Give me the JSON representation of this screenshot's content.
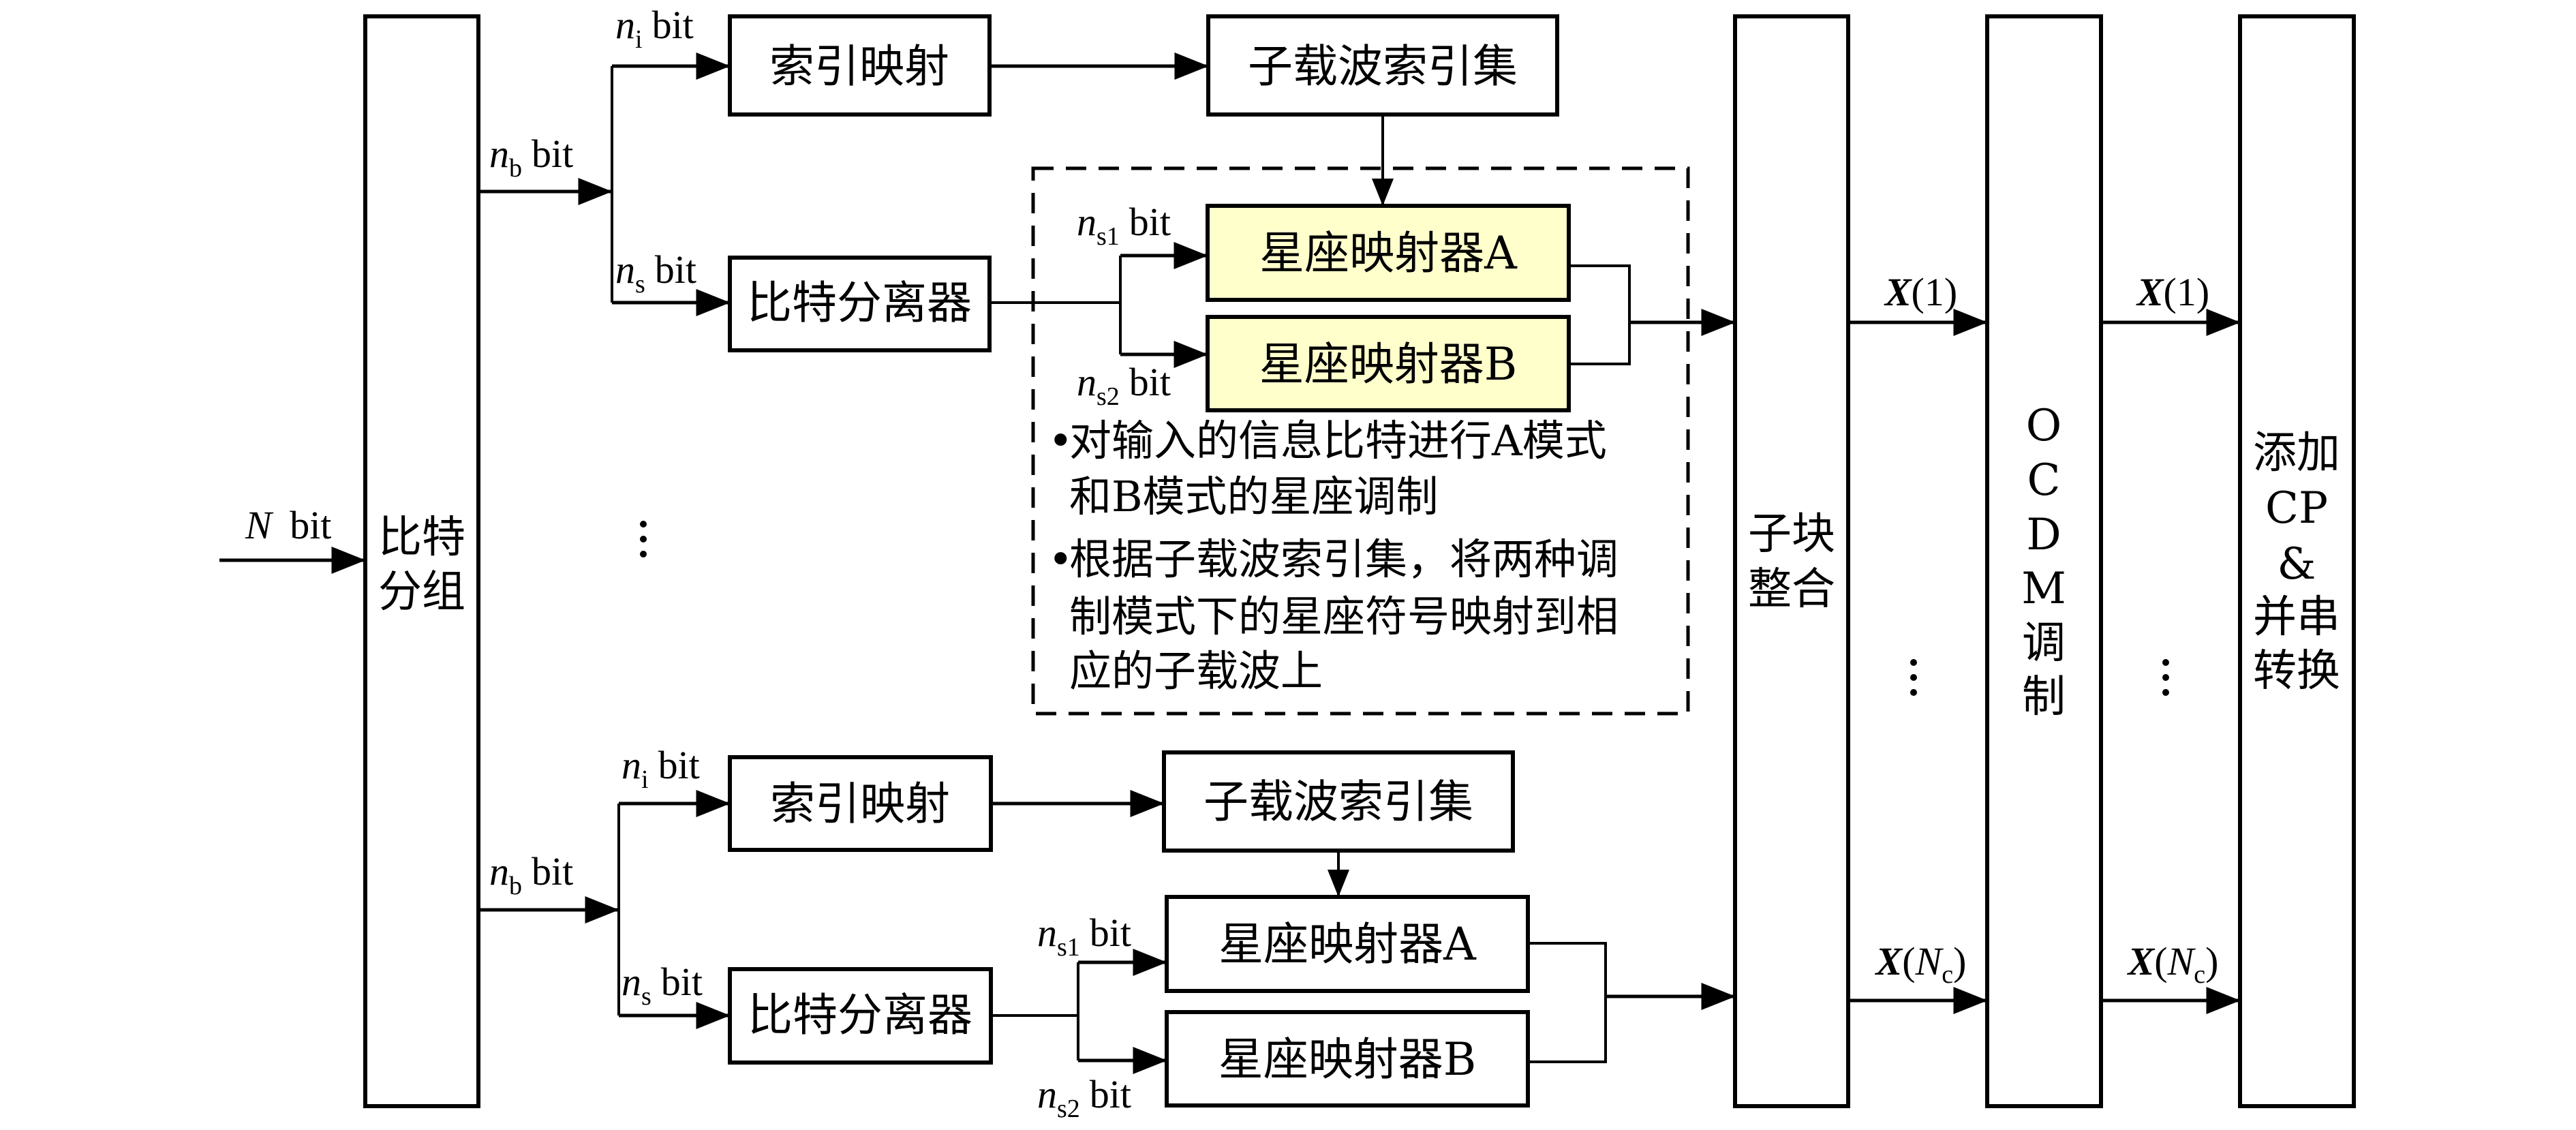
{
  "diagram": {
    "title": "",
    "colors": {
      "highlight_fill": "#ffffcc",
      "stroke": "#000000",
      "background": "#ffffff"
    },
    "input": {
      "label_var": "N",
      "label_unit": "bit"
    },
    "blocks": {
      "bit_grouping": {
        "line1": "比特",
        "line2": "分组"
      },
      "subblock_merge": {
        "line1": "子块",
        "line2": "整合"
      },
      "ocdm": {
        "chars": [
          "O",
          "C",
          "D",
          "M",
          "调",
          "制"
        ]
      },
      "add_cp": {
        "lines": [
          "添加",
          "CP",
          "&",
          "并串",
          "转换"
        ]
      }
    },
    "branch_top": {
      "nb_var": "n",
      "nb_sub": "b",
      "nb_unit": "bit",
      "ni_var": "n",
      "ni_sub": "i",
      "ni_unit": "bit",
      "ns_var": "n",
      "ns_sub": "s",
      "ns_unit": "bit",
      "ns1_var": "n",
      "ns1_sub": "s1",
      "ns1_unit": "bit",
      "ns2_var": "n",
      "ns2_sub": "s2",
      "ns2_unit": "bit",
      "index_mapping": "索引映射",
      "subcarrier_index_set": "子载波索引集",
      "bit_splitter": "比特分离器",
      "mapper_a": "星座映射器A",
      "mapper_b": "星座映射器B",
      "notes": [
        {
          "bullet": "•",
          "lines": [
            "对输入的信息比特进行A模式",
            "和B模式的星座调制"
          ]
        },
        {
          "bullet": "•",
          "lines": [
            "根据子载波索引集，将两种调",
            "制模式下的星座符号映射到相",
            "应的子载波上"
          ]
        }
      ]
    },
    "branch_bottom": {
      "nb_var": "n",
      "nb_sub": "b",
      "nb_unit": "bit",
      "ni_var": "n",
      "ni_sub": "i",
      "ni_unit": "bit",
      "ns_var": "n",
      "ns_sub": "s",
      "ns_unit": "bit",
      "ns1_var": "n",
      "ns1_sub": "s1",
      "ns1_unit": "bit",
      "ns2_var": "n",
      "ns2_sub": "s2",
      "ns2_unit": "bit",
      "index_mapping": "索引映射",
      "subcarrier_index_set": "子载波索引集",
      "bit_splitter": "比特分离器",
      "mapper_a": "星座映射器A",
      "mapper_b": "星座映射器B"
    },
    "signals": {
      "x1_sym": "X",
      "x1_arg": "1",
      "xn_sym": "X",
      "xn_arg_var": "N",
      "xn_arg_sub": "c",
      "ellipsis": "⋮"
    }
  }
}
